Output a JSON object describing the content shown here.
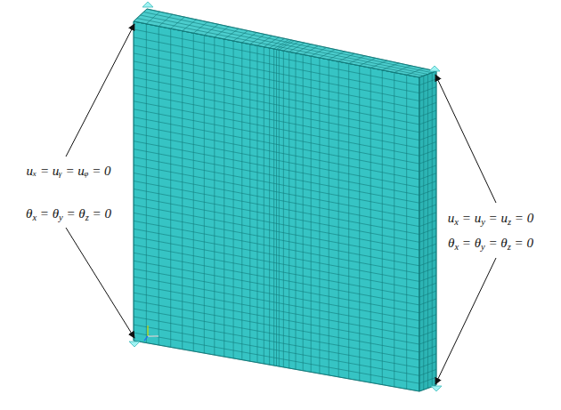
{
  "diagram": {
    "labels": [
      "uₓ = uᵧ = uᵩ = 0",
      "θx = θy = θz = 0",
      "ux = uy = uz = 0",
      "θx = θy = θz = 0"
    ]
  }
}
